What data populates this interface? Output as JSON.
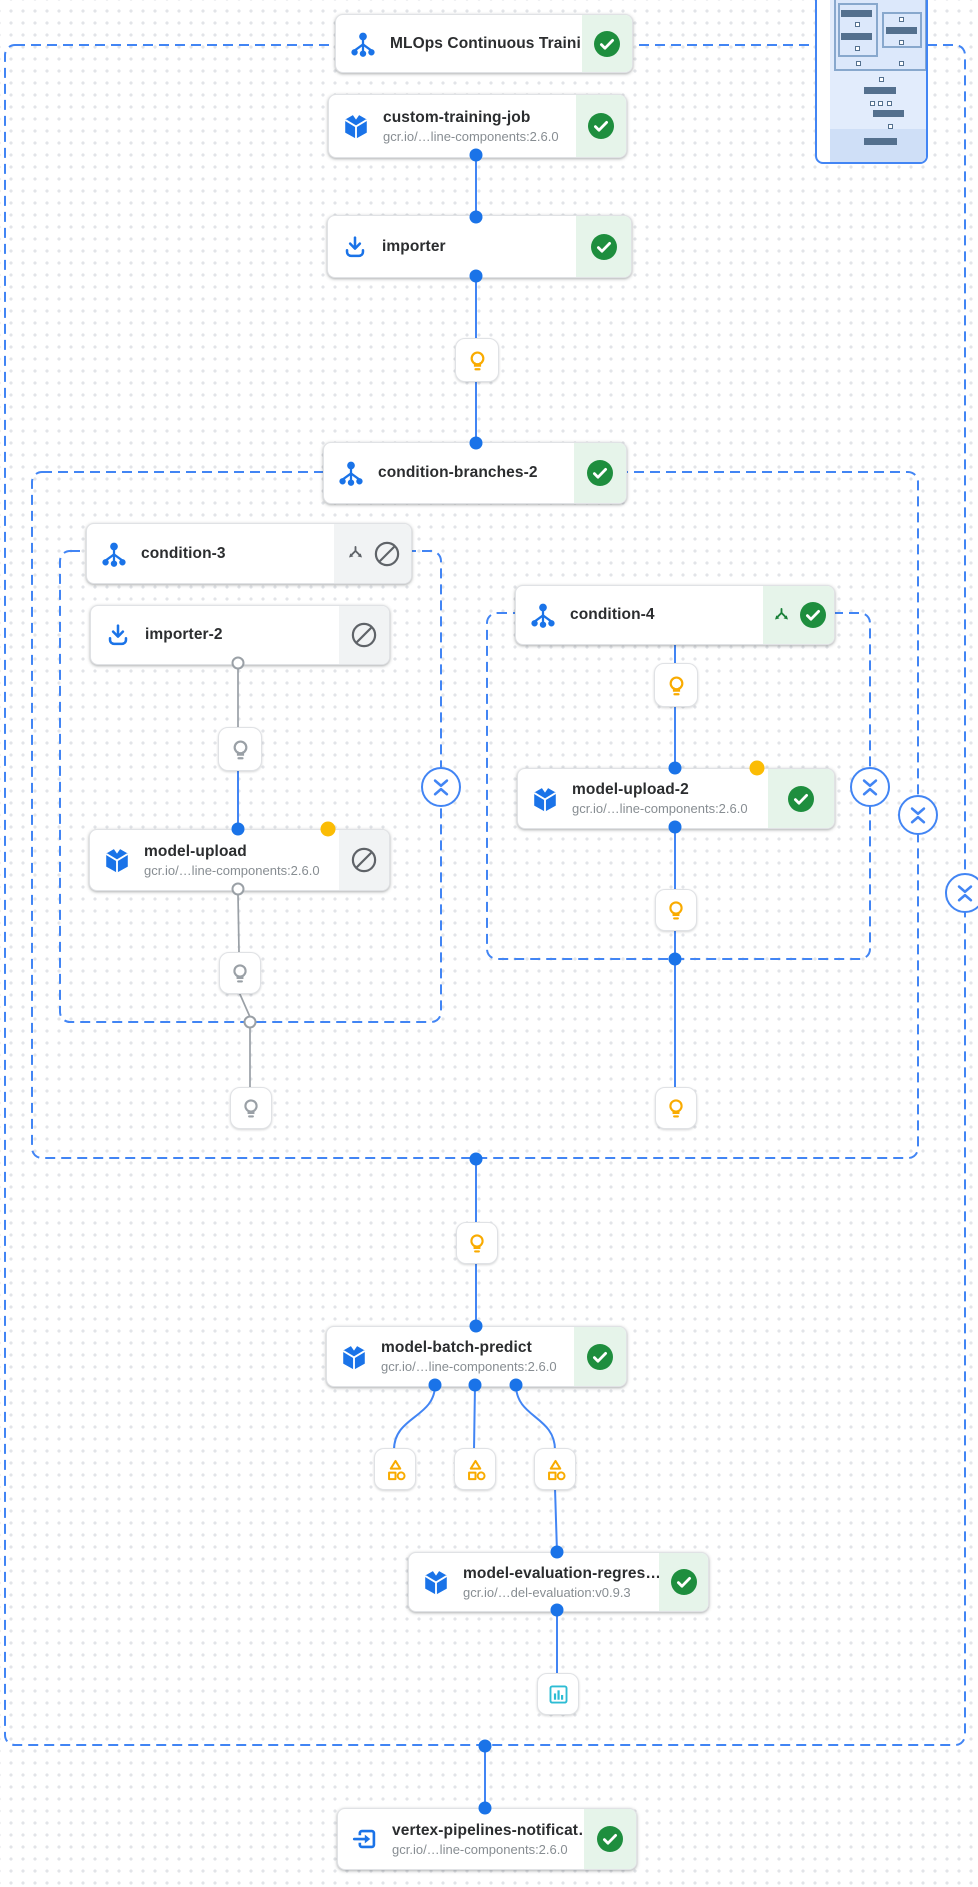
{
  "nodes": {
    "mlops": {
      "title": "MLOps Continuous Traini…",
      "status": "succeeded"
    },
    "custom_training_job": {
      "title": "custom-training-job",
      "subtitle": "gcr.io/…line-components:2.6.0",
      "status": "succeeded"
    },
    "importer": {
      "title": "importer",
      "status": "succeeded"
    },
    "condition_branches_2": {
      "title": "condition-branches-2",
      "status": "succeeded"
    },
    "condition_3": {
      "title": "condition-3",
      "status": "skipped"
    },
    "importer_2": {
      "title": "importer-2",
      "status": "skipped"
    },
    "model_upload": {
      "title": "model-upload",
      "subtitle": "gcr.io/…line-components:2.6.0",
      "status": "skipped"
    },
    "condition_4": {
      "title": "condition-4",
      "status": "succeeded"
    },
    "model_upload_2": {
      "title": "model-upload-2",
      "subtitle": "gcr.io/…line-components:2.6.0",
      "status": "succeeded"
    },
    "model_batch_predict": {
      "title": "model-batch-predict",
      "subtitle": "gcr.io/…line-components:2.6.0",
      "status": "succeeded"
    },
    "model_evaluation_regression": {
      "title": "model-evaluation-regres…",
      "subtitle": "gcr.io/…del-evaluation:v0.9.3",
      "status": "succeeded"
    },
    "vertex_pipelines_notification": {
      "title": "vertex-pipelines-notificat…",
      "subtitle": "gcr.io/…line-components:2.6.0",
      "status": "succeeded"
    }
  },
  "icons": {
    "pipeline_group": "dag-icon",
    "container_component": "cube-icon",
    "importer_component": "download-icon",
    "notification_component": "exit-to-app-icon",
    "succeeded": "check-circle-icon",
    "skipped": "blocked-icon",
    "condition_branch": "branch-arrows-icon",
    "parameter_artifact": "lightbulb-icon",
    "generic_artifact": "triangle-square-circle-icon",
    "metrics_artifact": "bar-chart-icon",
    "collapse": "collapse-chevrons-icon"
  },
  "colors": {
    "edge_blue": "#4285f4",
    "dot_blue": "#1a73e8",
    "icon_blue": "#1a73e8",
    "success_green": "#1e8e3e",
    "success_bg": "#e6f4ea",
    "skipped_gray": "#5f6368",
    "skipped_bg": "#f1f3f4",
    "artifact_yellow": "#f9ab00",
    "cached_dot_yellow": "#fbbc04",
    "metrics_teal": "#2cbcd4",
    "gray_edge": "#9aa0a6"
  }
}
